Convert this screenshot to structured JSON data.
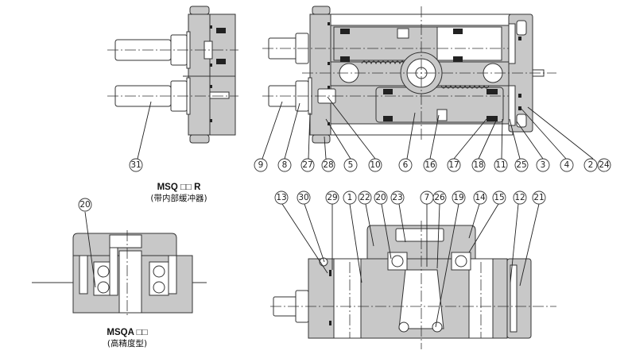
{
  "diagram": {
    "title": "Rotary table cross-section (MSQ series)",
    "views": {
      "top_left": {
        "model_label": "MSQ □□ R",
        "subtitle": "(带内部缓冲器)",
        "callouts": [
          "31"
        ]
      },
      "top_right": {
        "callouts": [
          "9",
          "8",
          "27",
          "28",
          "5",
          "10",
          "6",
          "16",
          "17",
          "18",
          "11",
          "25",
          "3",
          "4",
          "2",
          "24"
        ]
      },
      "bottom_left": {
        "model_label": "MSQA □□",
        "subtitle": "(高精度型)",
        "callouts": [
          "20"
        ]
      },
      "bottom_right": {
        "callouts": [
          "13",
          "30",
          "29",
          "1",
          "22",
          "20",
          "23",
          "7",
          "26",
          "19",
          "14",
          "15",
          "12",
          "21"
        ]
      }
    }
  }
}
